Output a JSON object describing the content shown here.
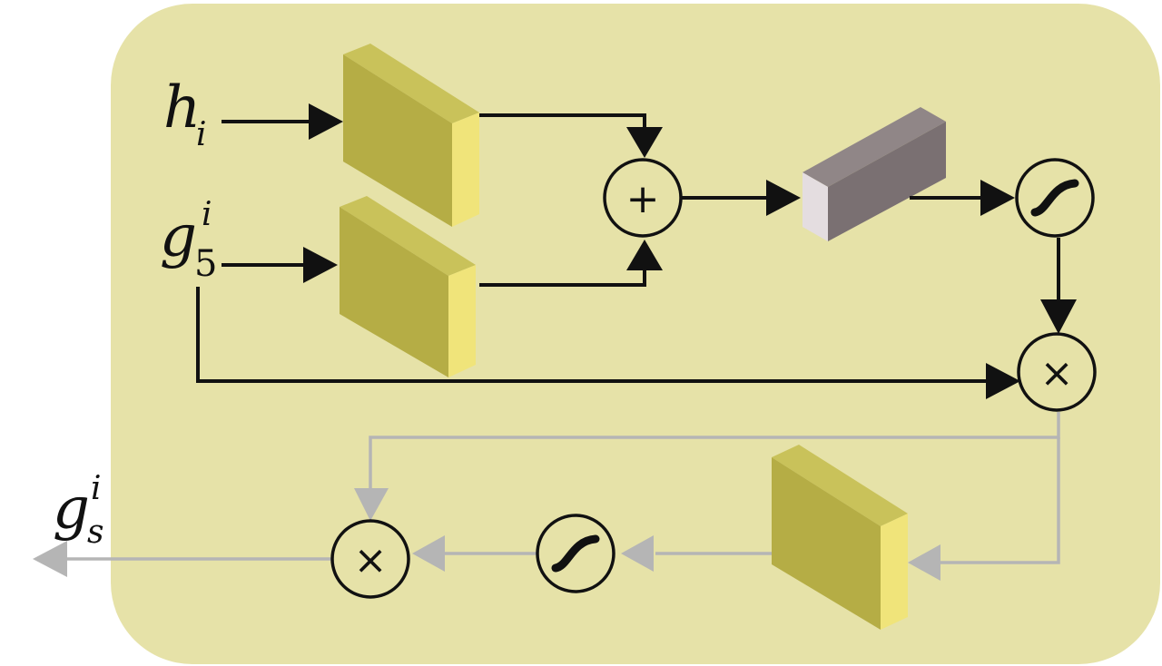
{
  "colors": {
    "panel": "#e6e2a8",
    "block_front": "#b5ad45",
    "block_top": "#c9c25a",
    "block_side": "#f0e47a",
    "gray_block_front": "#7a7072",
    "gray_block_top": "#908687",
    "gray_block_side": "#e4dde0",
    "arrow_dark": "#111111",
    "arrow_gray": "#b5b5b5"
  },
  "inputs": {
    "h": {
      "base": "h",
      "sub": "i"
    },
    "g": {
      "base": "g",
      "sup": "i",
      "sub": "5"
    }
  },
  "output": {
    "base": "g",
    "sup": "i",
    "sub": "s"
  },
  "operators": {
    "add_symbol": "+",
    "multiply_symbol": "×"
  },
  "icons": {
    "sigmoid": "sigmoid-icon",
    "add": "plus-circle-icon",
    "multiply": "times-circle-icon"
  }
}
